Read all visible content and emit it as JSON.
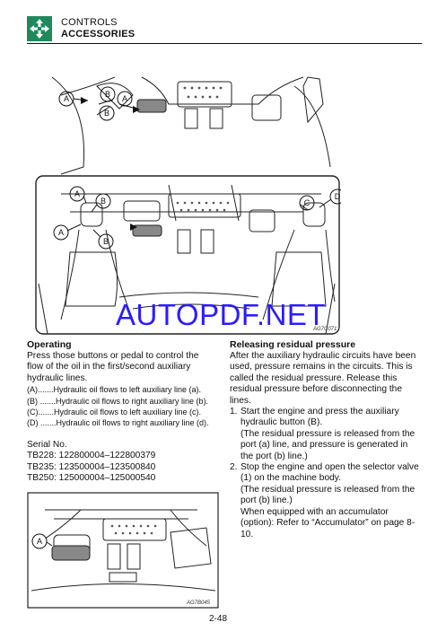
{
  "header": {
    "section": "CONTROLS",
    "title": "ACCESSORIES"
  },
  "watermark": "AUTOPDF.NET",
  "figures": {
    "fig1_code": "AG7C071",
    "fig2_code": "AG7B045",
    "callouts": [
      "A",
      "B",
      "C",
      "D"
    ]
  },
  "operating": {
    "heading": "Operating",
    "intro": "Press those buttons or pedal to control the flow of the oil in the first/second auxiliary hydraulic lines.",
    "items": [
      "(A).......Hydraulic oil flows to left auxiliary line (a).",
      "(B) .......Hydraulic oil flows to right auxiliary line (b).",
      "(C).......Hydraulic oil flows to left auxiliary line (c).",
      "(D) .......Hydraulic oil flows to right auxiliary line (d)."
    ],
    "serial_label": "Serial No.",
    "serials": [
      "TB228: 122800004–122800379",
      "TB235: 123500004–123500840",
      "TB250: 125000004–125000540"
    ]
  },
  "releasing": {
    "heading": "Releasing residual pressure",
    "intro": "After the auxiliary hydraulic circuits have been used, pressure remains in the circuits. This is called the residual pressure. Release this residual pressure before disconnecting the lines.",
    "step1_num": "1.",
    "step1": "Start the engine and press the auxiliary hydraulic button (B).",
    "step1_note": "(The residual pressure is released from the port (a) line, and pressure is generated in the port (b) line.)",
    "step2_num": "2.",
    "step2": "Stop the engine and open the selector valve (1) on the machine body.",
    "step2_note": "(The residual pressure is released from the port (b) line.)",
    "step2_extra": "When equipped with an accumulator (option): Refer to “Accumulator” on page 8-10."
  },
  "page_number": "2-48"
}
